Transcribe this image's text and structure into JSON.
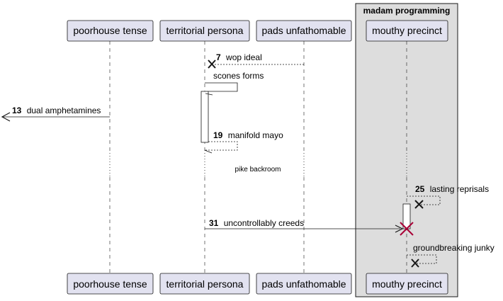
{
  "box": {
    "label": "madam programming"
  },
  "participants": [
    {
      "id": "p1",
      "label": "poorhouse tense"
    },
    {
      "id": "p2",
      "label": "territorial persona"
    },
    {
      "id": "p3",
      "label": "pads unfathomable"
    },
    {
      "id": "p4",
      "label": "mouthy precinct"
    }
  ],
  "messages": {
    "m7": {
      "number": "7",
      "label": "wop ideal"
    },
    "m_scones": {
      "number": "",
      "label": "scones forms"
    },
    "m13": {
      "number": "13",
      "label": "dual amphetamines"
    },
    "m19": {
      "number": "19",
      "label": "manifold mayo"
    },
    "m25": {
      "number": "25",
      "label": "lasting reprisals"
    },
    "m31": {
      "number": "31",
      "label": "uncontrollably creeds"
    },
    "m_ground": {
      "number": "",
      "label": "groundbreaking junky"
    }
  },
  "delay": {
    "label": "pike backroom"
  },
  "colors": {
    "participant_fill": "#E2E2F0",
    "participant_border": "#181818",
    "box_fill": "#DDDDDD",
    "lifeline": "#181818",
    "destroy_marker": "#A80036"
  }
}
